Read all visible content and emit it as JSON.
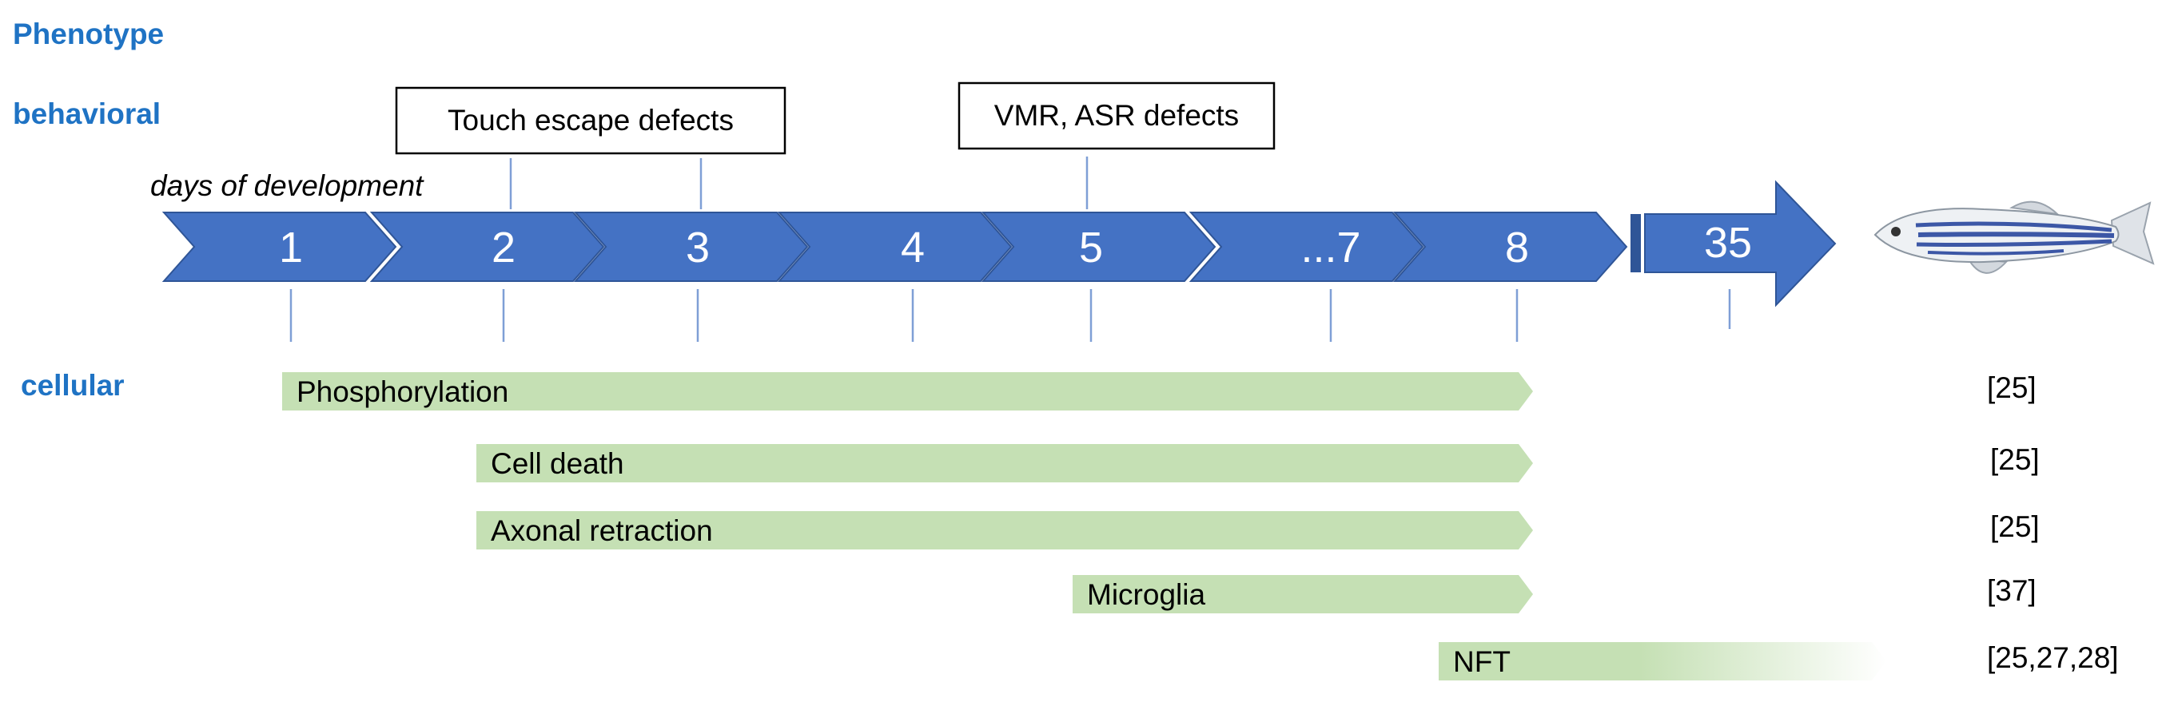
{
  "row_labels": {
    "phenotype": "Phenotype",
    "behavioral": "behavioral",
    "cellular": "cellular"
  },
  "timeline": {
    "caption": "days of development",
    "days": [
      "1",
      "2",
      "3",
      "4",
      "5",
      "...7",
      "8",
      "35"
    ]
  },
  "callouts": [
    {
      "text": "Touch escape defects",
      "days": [
        "2",
        "3"
      ]
    },
    {
      "text": "VMR, ASR defects",
      "days": [
        "5"
      ]
    }
  ],
  "bars": [
    {
      "label": "Phosphorylation",
      "start_day": "1",
      "end_day": "8",
      "fade": false,
      "ref": "[25]"
    },
    {
      "label": "Cell death",
      "start_day": "2",
      "end_day": "8",
      "fade": false,
      "ref": "[25]"
    },
    {
      "label": "Axonal retraction",
      "start_day": "2",
      "end_day": "8",
      "fade": false,
      "ref": "[25]"
    },
    {
      "label": "Microglia",
      "start_day": "5",
      "end_day": "8",
      "fade": false,
      "ref": "[37]"
    },
    {
      "label": "NFT",
      "start_day": "8",
      "end_day": "35",
      "fade": true,
      "ref": "[25,27,28]"
    }
  ],
  "colors": {
    "label_blue": "#1f73c4",
    "chevron_fill": "#4472c4",
    "chevron_stroke": "#2f5597",
    "bar_green": "#c5e0b4",
    "tick": "#7f9fd6",
    "fish_stripe": "#3c57a6"
  },
  "icons": {
    "fish": "zebrafish-icon"
  }
}
